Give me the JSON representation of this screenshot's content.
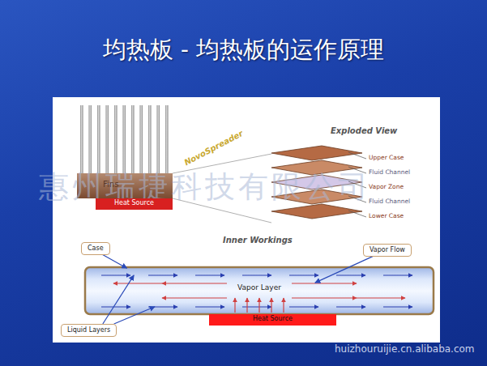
{
  "diagram": {
    "title": "均热板 - 均热板的运作原理",
    "nodes": [
      {
        "text": [
          "Fins"
        ]
      },
      {
        "text": [
          "Heat Source"
        ]
      },
      {
        "text": [
          "Case"
        ]
      },
      {
        "text": [
          "Vapor Flow"
        ]
      },
      {
        "text": [
          "Vapor Layer"
        ]
      },
      {
        "text": [
          "Liquid Layers"
        ]
      },
      {
        "text": [
          "Heat Source"
        ]
      }
    ],
    "edges": [
      {
        "from": 2,
        "to": 4,
        "arrow": "to"
      },
      {
        "from": 3,
        "to": 4,
        "arrow": "to"
      },
      {
        "from": 5,
        "to": 4,
        "arrow": "to"
      },
      {
        "from": 5,
        "to": 4,
        "arrow": "to"
      }
    ],
    "labels": [
      "NovoSpreader",
      "Exploded View",
      "Upper Case",
      "Fluid Channel",
      "Vapor Zone",
      "Fluid Channel",
      "Lower Case",
      "Inner Workings",
      "惠州瑞捷科技有限公司",
      "huizhouruijie.cn.alibaba.com"
    ]
  }
}
